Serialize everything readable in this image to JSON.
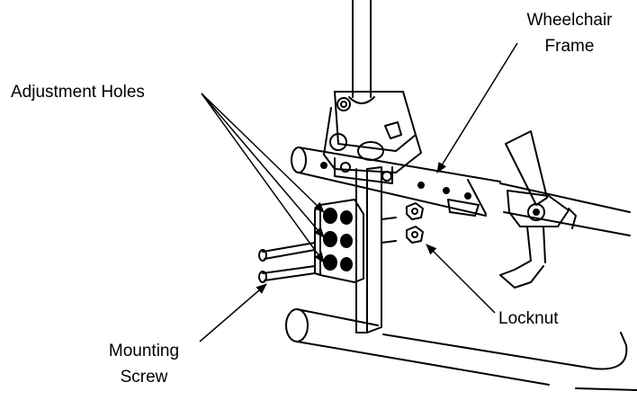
{
  "labels": {
    "wheelchair_frame": [
      "Wheelchair",
      "Frame"
    ],
    "adjustment_holes": "Adjustment Holes",
    "locknut": "Locknut",
    "mounting_screw": [
      "Mounting",
      "Screw"
    ]
  },
  "colors": {
    "ink": "#000000",
    "paper": "#ffffff"
  }
}
